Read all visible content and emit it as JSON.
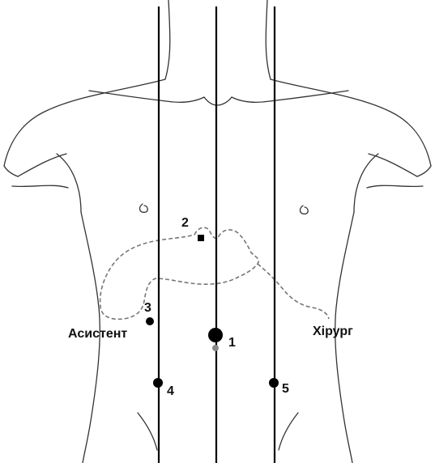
{
  "colors": {
    "line": "#000000",
    "outline": "#333333",
    "organ_dashed": "#777777",
    "port": "#000000",
    "background": "#ffffff"
  },
  "ports": [
    {
      "id": "port-1",
      "label": "1",
      "kind": "large"
    },
    {
      "id": "port-2",
      "label": "2",
      "kind": "small"
    },
    {
      "id": "port-3",
      "label": "3",
      "kind": "small"
    },
    {
      "id": "port-4",
      "label": "4",
      "kind": "small"
    },
    {
      "id": "port-5",
      "label": "5",
      "kind": "small"
    }
  ],
  "roles": {
    "assistant": "Асистент",
    "surgeon": "Хірург"
  }
}
